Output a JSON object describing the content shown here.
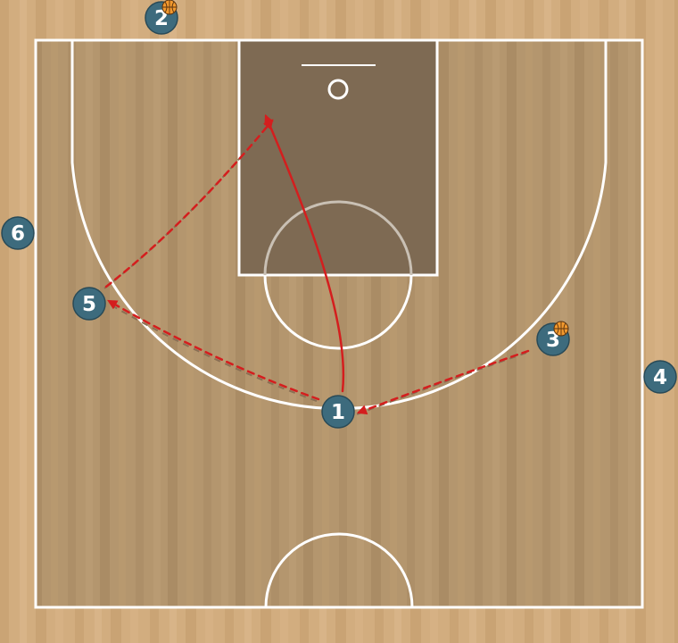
{
  "diagram": {
    "colors": {
      "wood_outer": "#d2ad7f",
      "wood_inner": "#b4966e",
      "paint": "#7e6a53",
      "lines": "#ffffff",
      "player_fill": "#3d6b7d",
      "player_stroke": "#294a57",
      "action_arrow": "#d41e1e",
      "ball": "#f2992e"
    },
    "players": [
      {
        "label": "1",
        "has_ball": false
      },
      {
        "label": "2",
        "has_ball": true
      },
      {
        "label": "3",
        "has_ball": true
      },
      {
        "label": "4",
        "has_ball": false
      },
      {
        "label": "5",
        "has_ball": false
      },
      {
        "label": "6",
        "has_ball": false
      }
    ],
    "actions": [
      {
        "type": "dribble",
        "from": "3",
        "to": "1"
      },
      {
        "type": "dribble",
        "from": "1",
        "to": "5"
      },
      {
        "type": "dribble",
        "from": "5",
        "to": "basket"
      },
      {
        "type": "cut",
        "from": "1",
        "to": "basket"
      }
    ]
  }
}
